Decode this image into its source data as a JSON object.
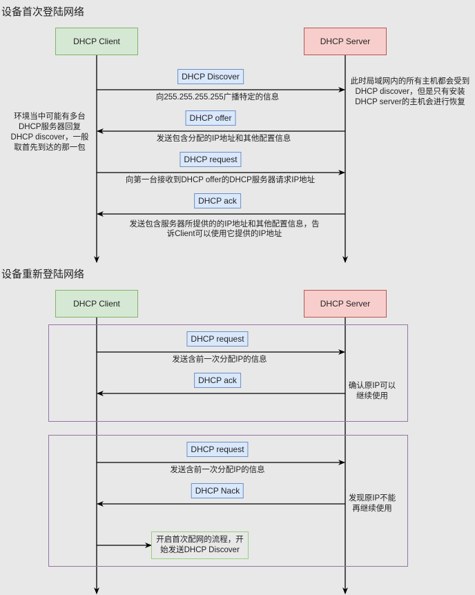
{
  "sections": [
    {
      "title": "设备首次登陆网络",
      "client_label": "DHCP Client",
      "server_label": "DHCP Server",
      "messages": [
        {
          "name": "DHCP Discover",
          "direction": "client-to-server",
          "description": "向255.255.255.255广播特定的信息"
        },
        {
          "name": "DHCP offer",
          "direction": "server-to-client",
          "description": "发送包含分配的IP地址和其他配置信息"
        },
        {
          "name": "DHCP request",
          "direction": "client-to-server",
          "description": "向第一台接收到DHCP offer的DHCP服务器请求IP地址"
        },
        {
          "name": "DHCP ack",
          "direction": "server-to-client",
          "description_lines": [
            "发送包含服务器所提供的的IP地址和其他配置信息，告",
            "诉Client可以使用它提供的IP地址"
          ]
        }
      ],
      "server_note_lines": [
        "此时局域网内的所有主机都会受到",
        "DHCP discover，但是只有安装",
        "DHCP server的主机会进行恢复"
      ],
      "client_note_lines": [
        "环境当中可能有多台",
        "DHCP服务器回复",
        "DHCP discover，一般",
        "取首先到达的那一包"
      ]
    },
    {
      "title": "设备重新登陆网络",
      "client_label": "DHCP Client",
      "server_label": "DHCP Server",
      "frames": [
        {
          "messages": [
            {
              "name": "DHCP request",
              "direction": "client-to-server",
              "description": "发送含前一次分配IP的信息"
            },
            {
              "name": "DHCP ack",
              "direction": "server-to-client"
            }
          ],
          "note_lines": [
            "确认原IP可以",
            "继续使用"
          ]
        },
        {
          "messages": [
            {
              "name": "DHCP request",
              "direction": "client-to-server",
              "description": "发送含前一次分配IP的信息"
            },
            {
              "name": "DHCP Nack",
              "direction": "server-to-client"
            }
          ],
          "note_lines": [
            "发现原IP不能",
            "再继续使用"
          ],
          "action_lines": [
            "开启首次配网的流程，开",
            "始发送DHCP Discover"
          ]
        }
      ]
    }
  ],
  "colors": {
    "client_fill": "#d5e8d4",
    "client_border": "#82b366",
    "server_fill": "#f8cecc",
    "server_border": "#b85450",
    "message_fill": "#dae8fc",
    "message_border": "#6c8ebf",
    "frame_border": "#9673a6",
    "note_border": "#97d077"
  }
}
